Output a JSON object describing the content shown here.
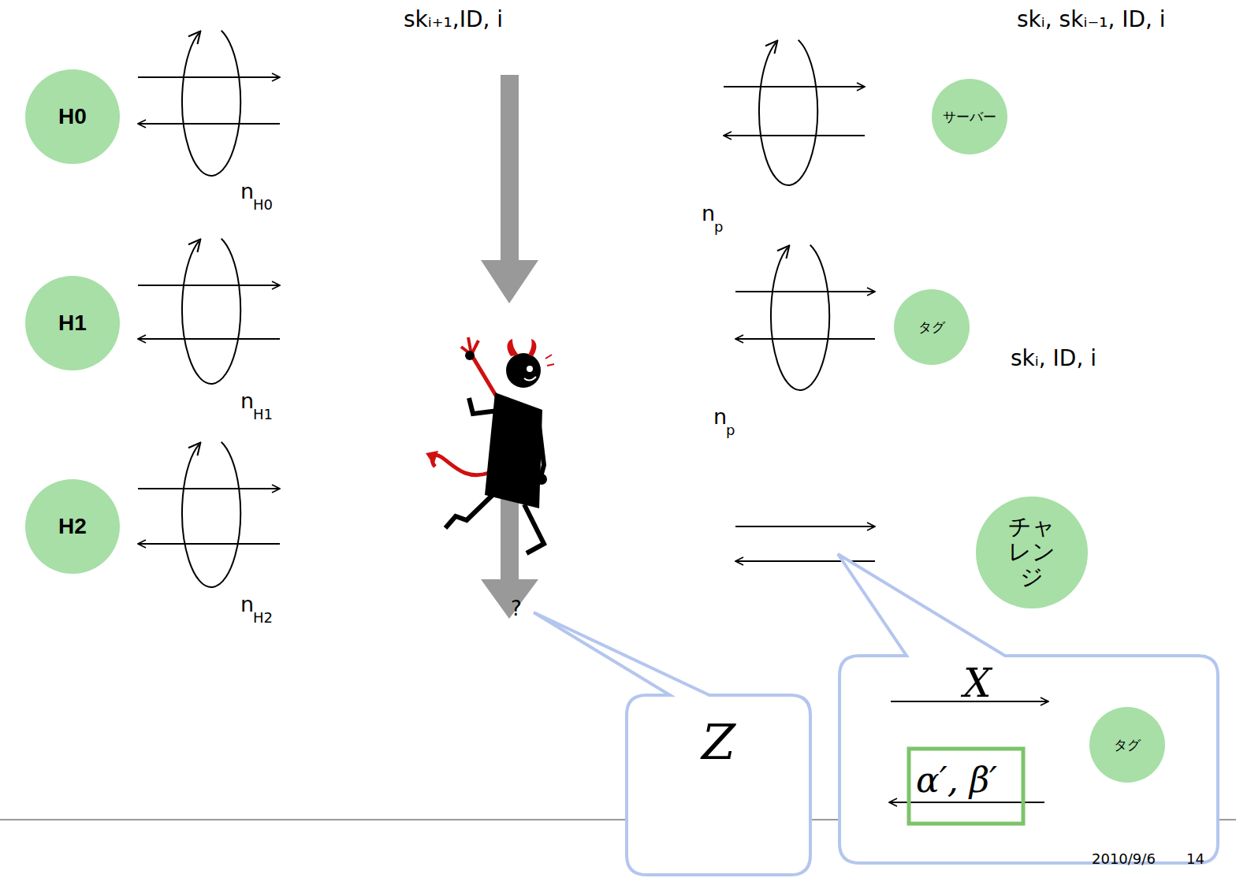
{
  "diagram": {
    "nodes": [
      {
        "text": [
          "H0"
        ]
      },
      {
        "text": [
          "H1"
        ]
      },
      {
        "text": [
          "H2"
        ]
      },
      {
        "text": [
          "サーバー"
        ]
      },
      {
        "text": [
          "タグ"
        ]
      },
      {
        "text": [
          "チャレンジ"
        ]
      },
      {
        "text": [
          "Z"
        ]
      },
      {
        "text": [
          "X",
          "α′, β′"
        ]
      },
      {
        "text": [
          "タグ"
        ],
        "in": 7
      }
    ],
    "labels": [
      "skᵢ₊₁,ID, i",
      "n",
      "H0",
      "n",
      "H1",
      "n",
      "H2",
      "n",
      "p",
      "n",
      "p",
      "skᵢ, skᵢ₋₁, ID, i",
      "skᵢ, ID, i",
      "?",
      "2010/9/6",
      "14"
    ]
  }
}
